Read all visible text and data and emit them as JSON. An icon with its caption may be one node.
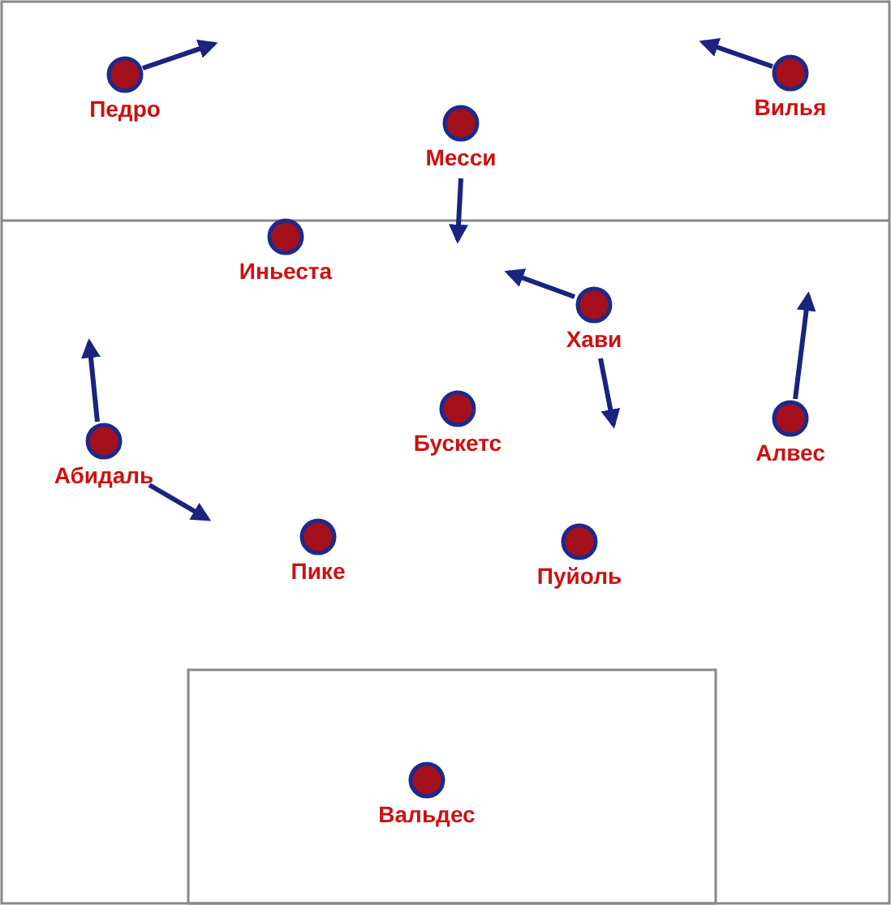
{
  "diagram": {
    "nodes": [
      {
        "text": [
          "Педро"
        ]
      },
      {
        "text": [
          "Вилья"
        ]
      },
      {
        "text": [
          "Месси"
        ]
      },
      {
        "text": [
          "Иньеста"
        ]
      },
      {
        "text": [
          "Хави"
        ]
      },
      {
        "text": [
          "Бускетс"
        ]
      },
      {
        "text": [
          "Алвес"
        ]
      },
      {
        "text": [
          "Абидаль"
        ]
      },
      {
        "text": [
          "Пике"
        ]
      },
      {
        "text": [
          "Пуйоль"
        ]
      },
      {
        "text": [
          "Вальдес"
        ]
      }
    ],
    "edges": [
      {
        "from": 0,
        "to": null,
        "arrow": "to"
      },
      {
        "from": 1,
        "to": null,
        "arrow": "to"
      },
      {
        "from": 2,
        "to": null,
        "arrow": "to"
      },
      {
        "from": 4,
        "to": null,
        "arrow": "to"
      },
      {
        "from": 4,
        "to": null,
        "arrow": "to"
      },
      {
        "from": 6,
        "to": null,
        "arrow": "to"
      },
      {
        "from": 7,
        "to": null,
        "arrow": "to"
      },
      {
        "from": 7,
        "to": null,
        "arrow": "to"
      }
    ]
  }
}
